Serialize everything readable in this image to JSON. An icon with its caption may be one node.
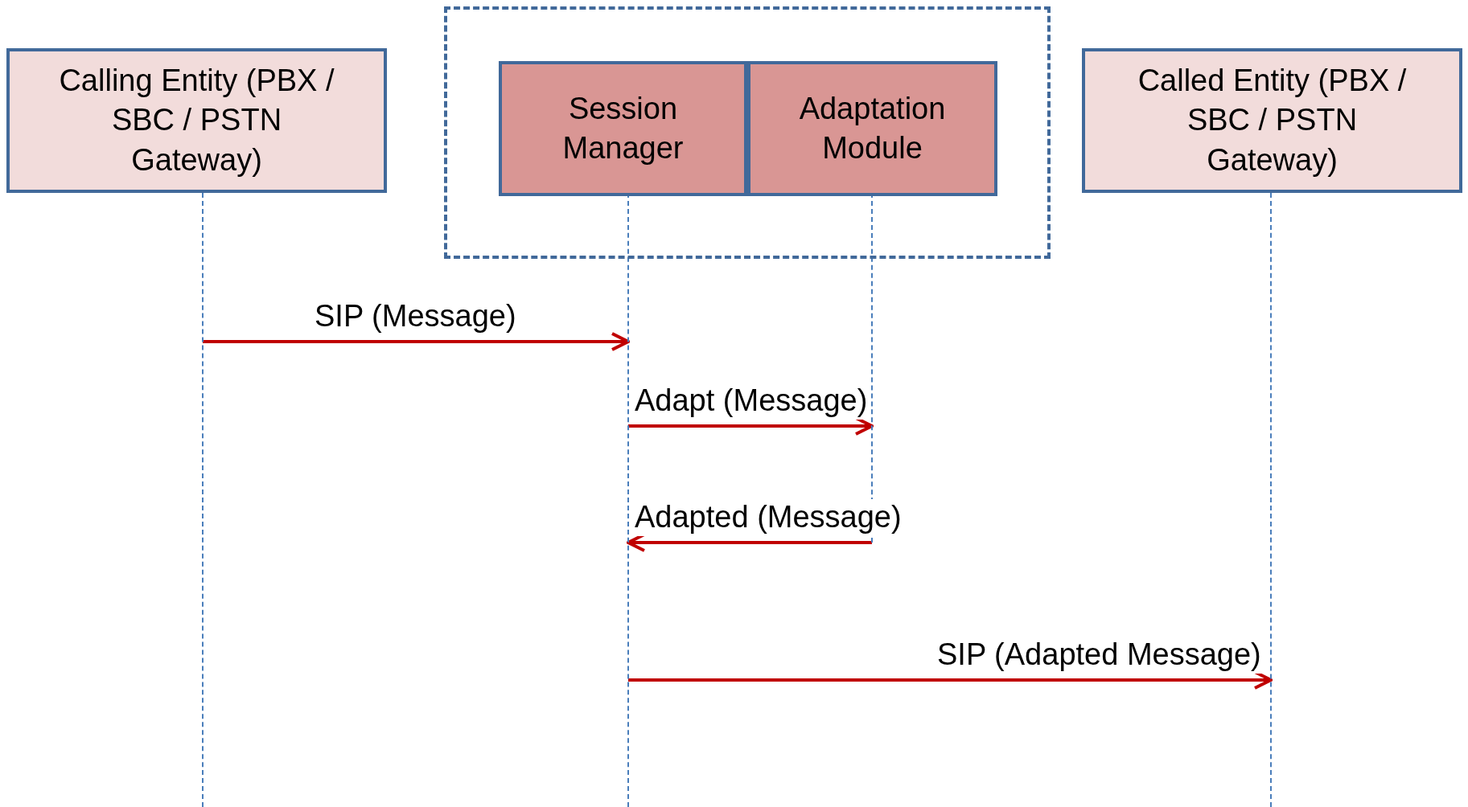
{
  "diagram": {
    "nodes": [
      {
        "text": [
          "Calling Entity (PBX / SBC / PSTN Gateway)"
        ]
      },
      {
        "text": [],
        "shape": "box"
      },
      {
        "text": [
          "Session Manager"
        ],
        "in": 1
      },
      {
        "text": [
          "Adaptation Module"
        ],
        "in": 1
      },
      {
        "text": [
          "Called Entity (PBX / SBC / PSTN Gateway)"
        ]
      },
      {
        "text": [],
        "shape": "line"
      },
      {
        "text": [],
        "shape": "line"
      },
      {
        "text": [],
        "shape": "line"
      },
      {
        "text": [],
        "shape": "line"
      }
    ],
    "edges": [
      {
        "from": 5,
        "to": 6,
        "arrow": "to",
        "label": "SIP (Message)"
      },
      {
        "from": 6,
        "to": 7,
        "arrow": "to",
        "label": "Adapt (Message)"
      },
      {
        "from": 7,
        "to": 6,
        "arrow": "to",
        "label": "Adapted (Message)"
      },
      {
        "from": 6,
        "to": 8,
        "arrow": "to",
        "label": "SIP (Adapted Message)"
      }
    ]
  }
}
